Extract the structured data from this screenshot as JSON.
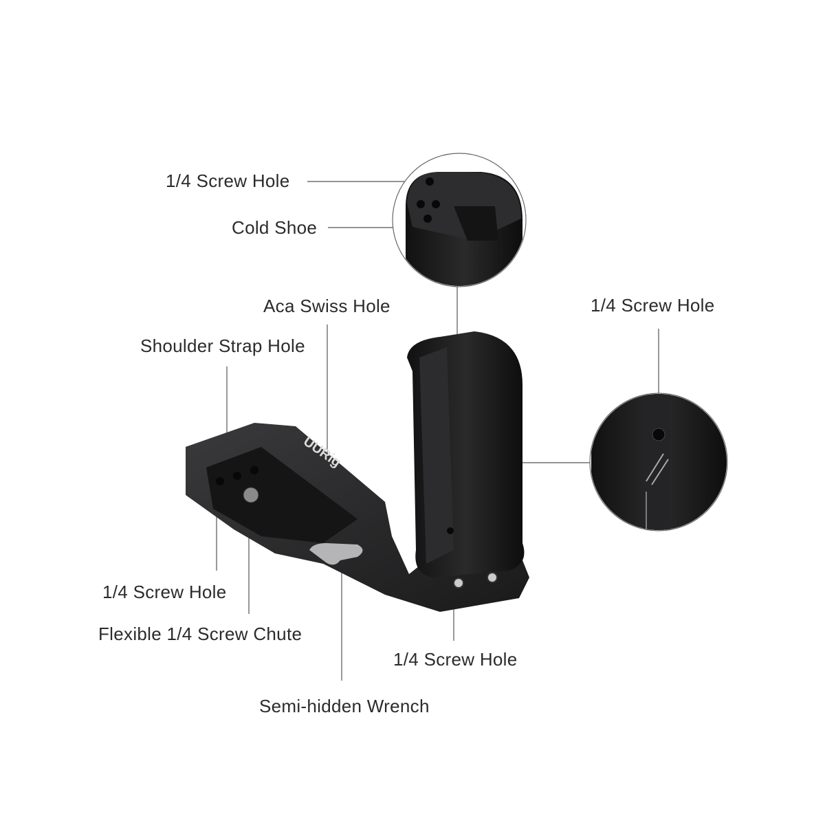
{
  "logo_text": "UURig",
  "callouts": [
    {
      "label": "1/4 Screw Hole"
    },
    {
      "label": "Cold Shoe"
    },
    {
      "label": "Aca Swiss Hole"
    },
    {
      "label": "Shoulder Strap Hole"
    },
    {
      "label": "1/4 Screw Hole"
    },
    {
      "label": "1/4 Screw Hole"
    },
    {
      "label": "Flexible 1/4 Screw Chute"
    },
    {
      "label": "1/4 Screw Hole"
    },
    {
      "label": "Semi-hidden Wrench"
    }
  ]
}
